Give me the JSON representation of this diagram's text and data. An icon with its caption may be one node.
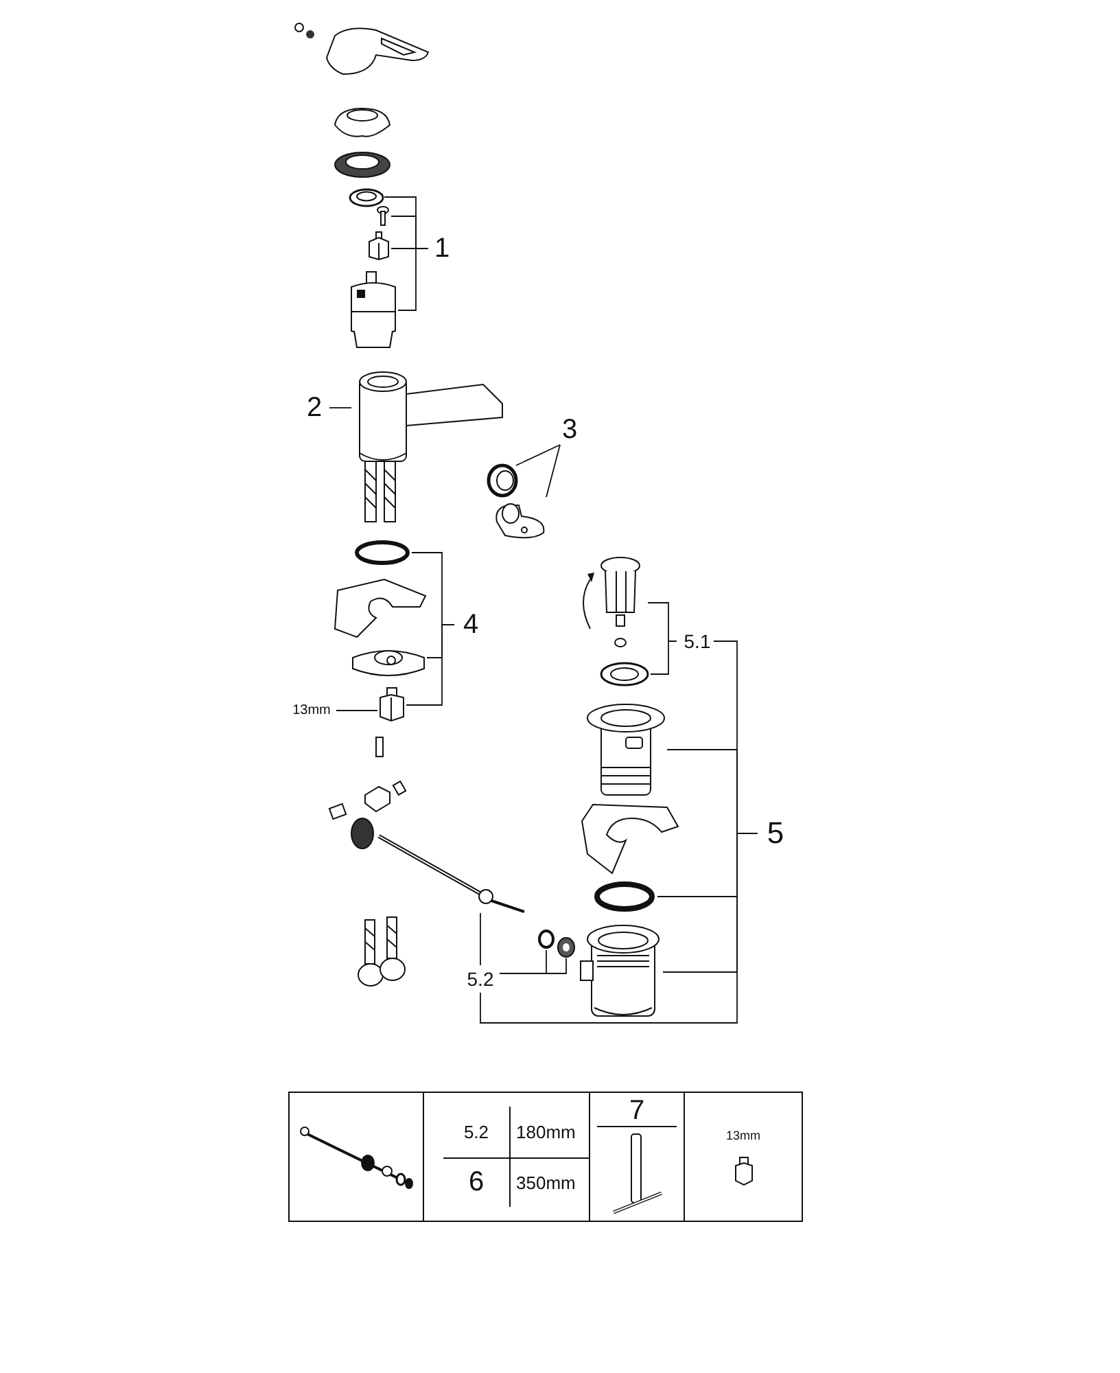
{
  "diagram": {
    "nodes": [
      {
        "text": [],
        "shape": "picture"
      },
      {
        "text": [],
        "shape": "picture"
      },
      {
        "text": [],
        "shape": "picture"
      },
      {
        "text": [
          "1"
        ]
      },
      {
        "text": [],
        "shape": "picture"
      },
      {
        "text": [
          "2"
        ]
      },
      {
        "text": [],
        "shape": "picture"
      },
      {
        "text": [
          "3"
        ]
      },
      {
        "text": [],
        "shape": "picture"
      },
      {
        "text": [],
        "shape": "picture"
      },
      {
        "text": [],
        "shape": "circle"
      },
      {
        "text": [
          "4"
        ]
      },
      {
        "text": [],
        "shape": "picture"
      },
      {
        "text": [],
        "shape": "picture"
      },
      {
        "text": [
          "5.1"
        ]
      },
      {
        "text": [],
        "shape": "picture"
      },
      {
        "text": [
          "13mm"
        ]
      },
      {
        "text": [],
        "shape": "picture"
      },
      {
        "text": [],
        "shape": "picture"
      },
      {
        "text": [],
        "shape": "picture"
      },
      {
        "text": [
          "5"
        ]
      },
      {
        "text": [],
        "shape": "circle"
      },
      {
        "text": [],
        "shape": "circle"
      },
      {
        "text": [],
        "shape": "picture"
      },
      {
        "text": [],
        "shape": "picture"
      },
      {
        "text": [
          "5.2"
        ]
      }
    ],
    "edges": [
      {
        "from": 3,
        "to": 0,
        "arrow": "none"
      },
      {
        "from": 3,
        "to": 1,
        "arrow": "none"
      },
      {
        "from": 3,
        "to": 2,
        "arrow": "none"
      },
      {
        "from": 3,
        "to": 4,
        "arrow": "none"
      },
      {
        "from": 5,
        "to": 6,
        "arrow": "none"
      },
      {
        "from": 7,
        "to": 8,
        "arrow": "none"
      },
      {
        "from": 7,
        "to": 9,
        "arrow": "none"
      },
      {
        "from": 11,
        "to": 10,
        "arrow": "none"
      },
      {
        "from": 11,
        "to": 13,
        "arrow": "none"
      },
      {
        "from": 11,
        "to": 17,
        "arrow": "none"
      },
      {
        "from": 16,
        "to": 17,
        "arrow": "none"
      },
      {
        "from": 14,
        "to": 12,
        "arrow": "none"
      },
      {
        "from": 14,
        "to": 15,
        "arrow": "none"
      },
      {
        "from": 20,
        "to": 14,
        "arrow": "none"
      },
      {
        "from": 20,
        "to": 18,
        "arrow": "none"
      },
      {
        "from": 20,
        "to": 21,
        "arrow": "none"
      },
      {
        "from": 20,
        "to": 24,
        "arrow": "none"
      },
      {
        "from": 20,
        "to": 25,
        "arrow": "none"
      },
      {
        "from": 25,
        "to": 19,
        "arrow": "none"
      },
      {
        "from": 25,
        "to": 22,
        "arrow": "none"
      },
      {
        "from": 25,
        "to": 23,
        "arrow": "none"
      }
    ],
    "labels": [
      "5.2",
      "180mm",
      "7",
      "13mm",
      "6",
      "350mm"
    ]
  }
}
